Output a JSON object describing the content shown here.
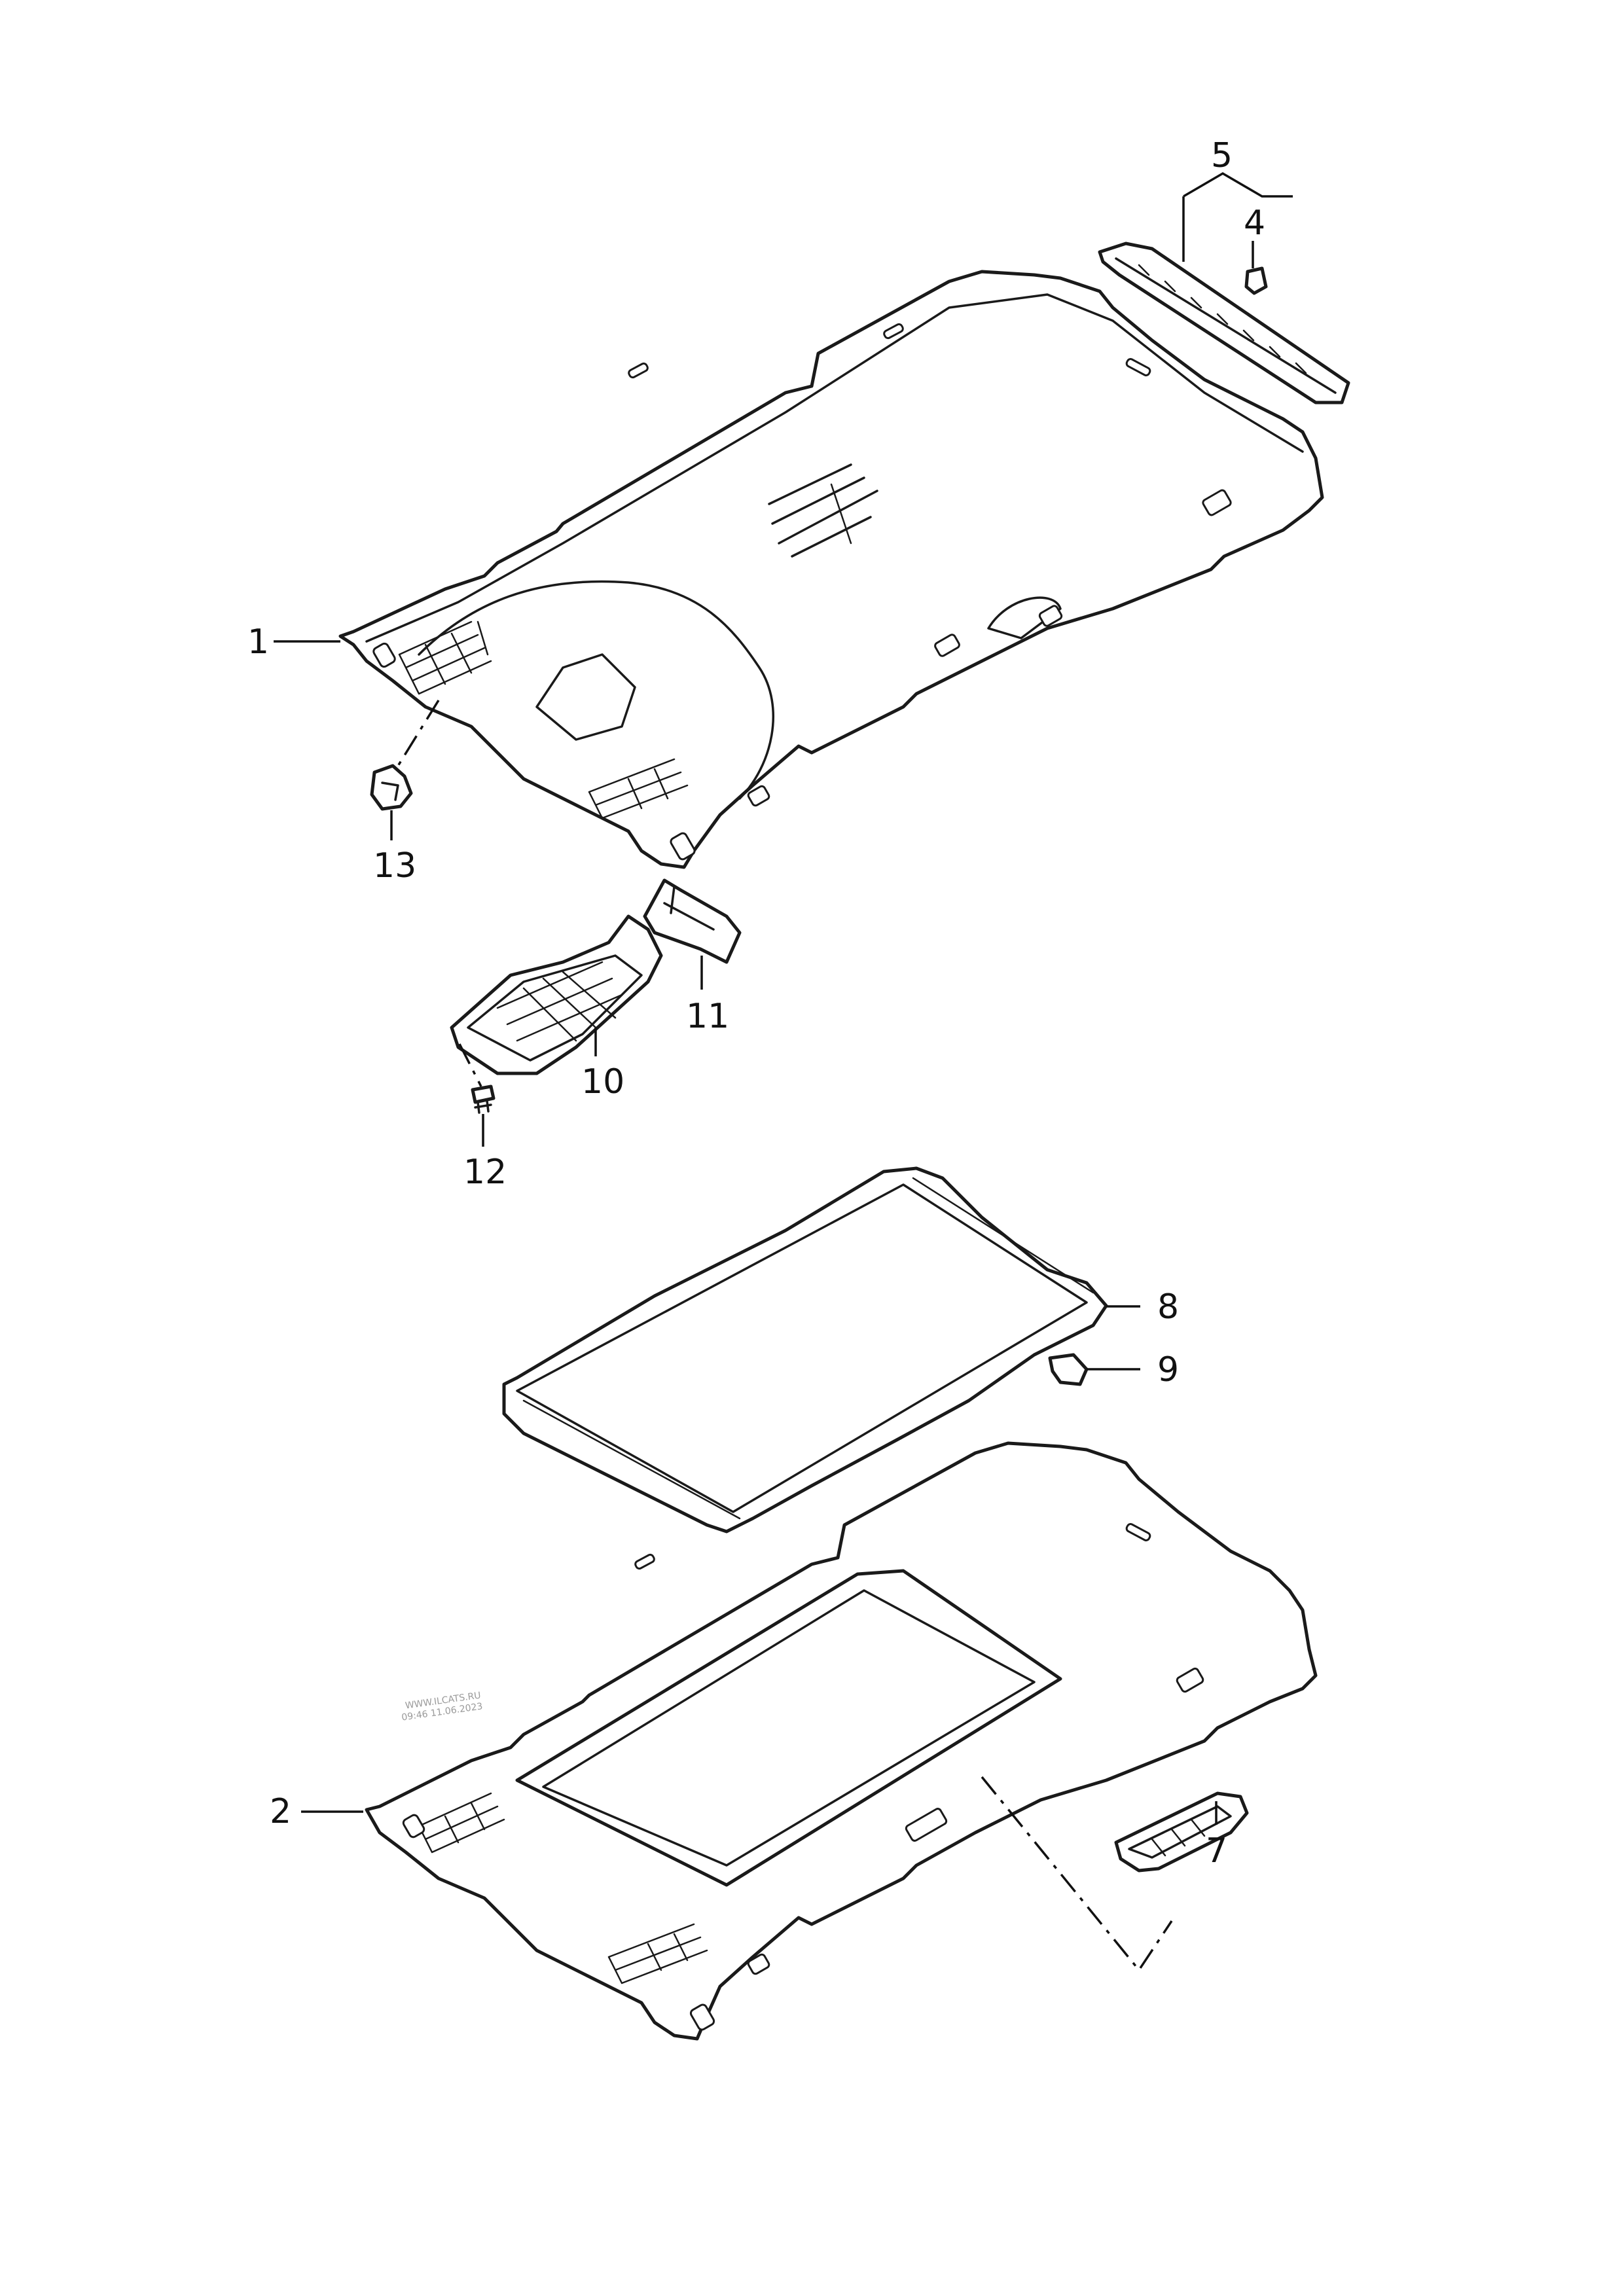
{
  "diagram": {
    "callouts": {
      "c1": "1",
      "c2": "2",
      "c4": "4",
      "c5": "5",
      "c7": "7",
      "c8": "8",
      "c9": "9",
      "c10": "10",
      "c11": "11",
      "c12": "12",
      "c13": "13"
    },
    "watermark": {
      "line1": "WWW.ILCATS.RU",
      "line2": "09:46 11.06.2023"
    }
  }
}
